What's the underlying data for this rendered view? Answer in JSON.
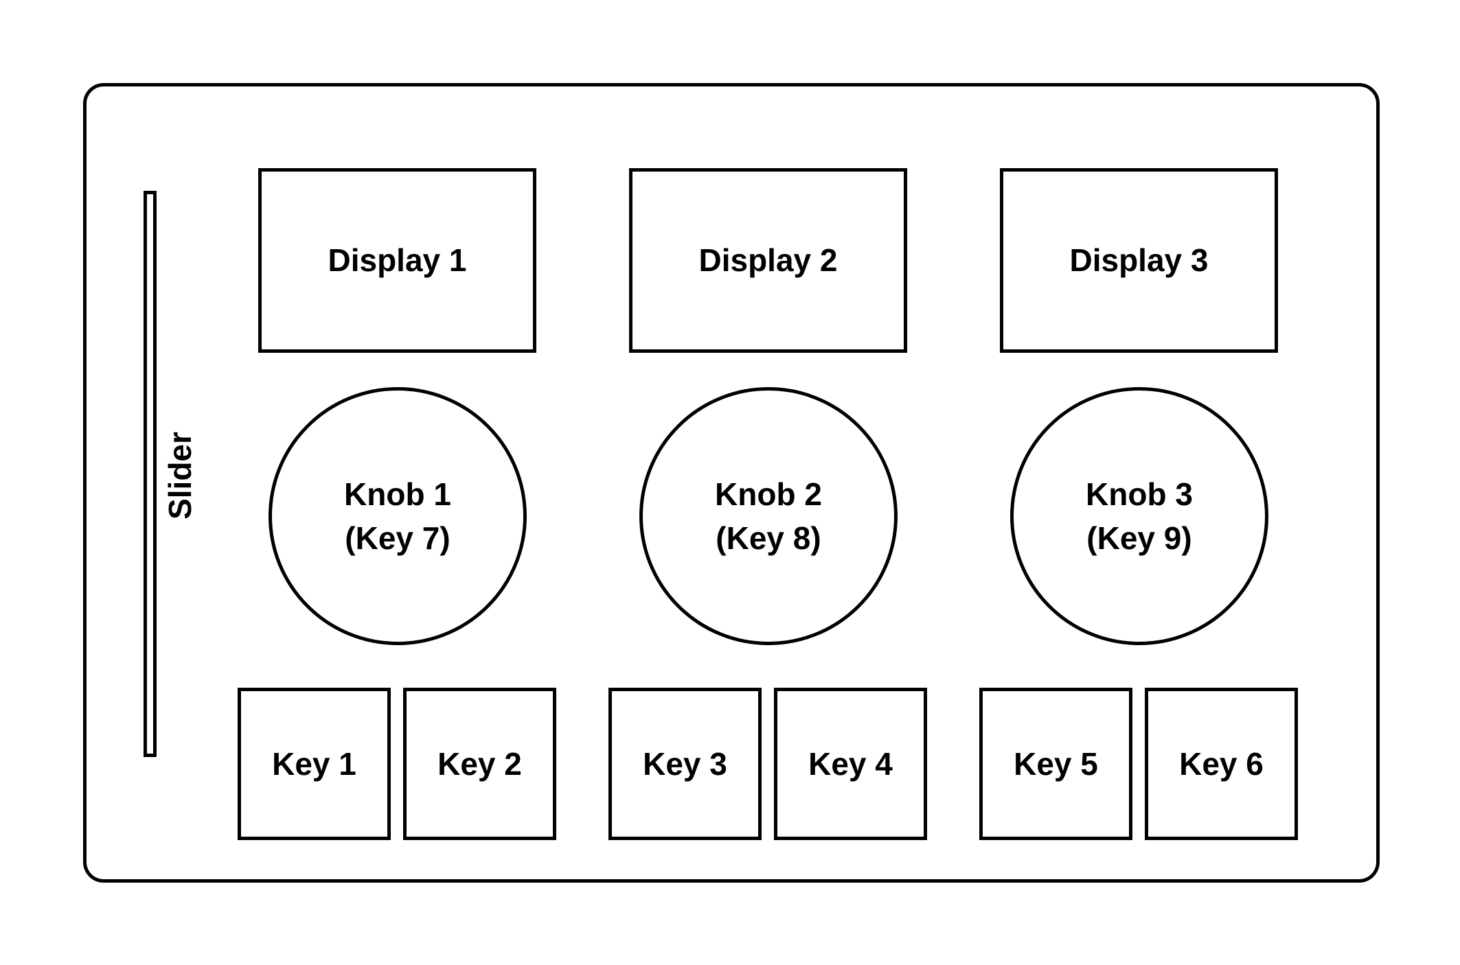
{
  "slider": {
    "label": "Slider"
  },
  "displays": [
    {
      "label": "Display 1"
    },
    {
      "label": "Display 2"
    },
    {
      "label": "Display 3"
    }
  ],
  "knobs": [
    {
      "label": "Knob 1",
      "sublabel": "(Key 7)"
    },
    {
      "label": "Knob 2",
      "sublabel": "(Key 8)"
    },
    {
      "label": "Knob 3",
      "sublabel": "(Key 9)"
    }
  ],
  "keys": [
    {
      "label": "Key 1"
    },
    {
      "label": "Key 2"
    },
    {
      "label": "Key 3"
    },
    {
      "label": "Key 4"
    },
    {
      "label": "Key 5"
    },
    {
      "label": "Key 6"
    }
  ]
}
